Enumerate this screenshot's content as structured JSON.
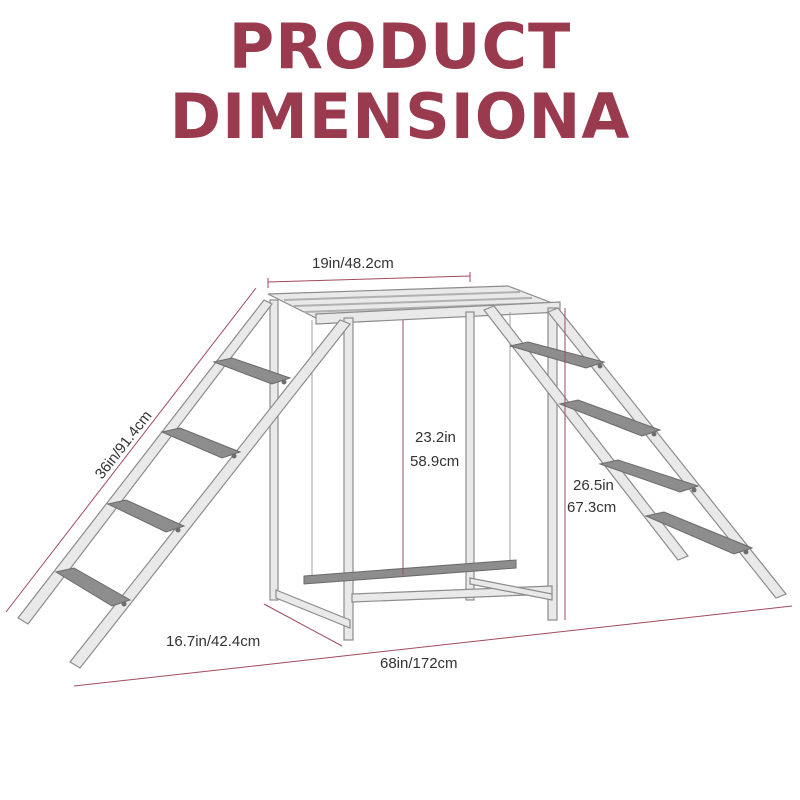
{
  "title": {
    "line1": "PRODUCT",
    "line2": "DIMENSIONA"
  },
  "colors": {
    "title": "#9a3a4e",
    "dimension_line": "#a14a5c",
    "frame_fill": "#e6e6e6",
    "frame_stroke": "#8c8c8c",
    "tread_fill": "#8a8a8a",
    "label_text": "#333333"
  },
  "dimensions": {
    "top_width": "19in/48.2cm",
    "ladder_length": "36in/91.4cm",
    "swing_height_in": "23.2in",
    "swing_height_cm": "58.9cm",
    "frame_height_in": "26.5in",
    "frame_height_cm": "67.3cm",
    "depth": "16.7in/42.4cm",
    "total_length": "68in/172cm"
  }
}
